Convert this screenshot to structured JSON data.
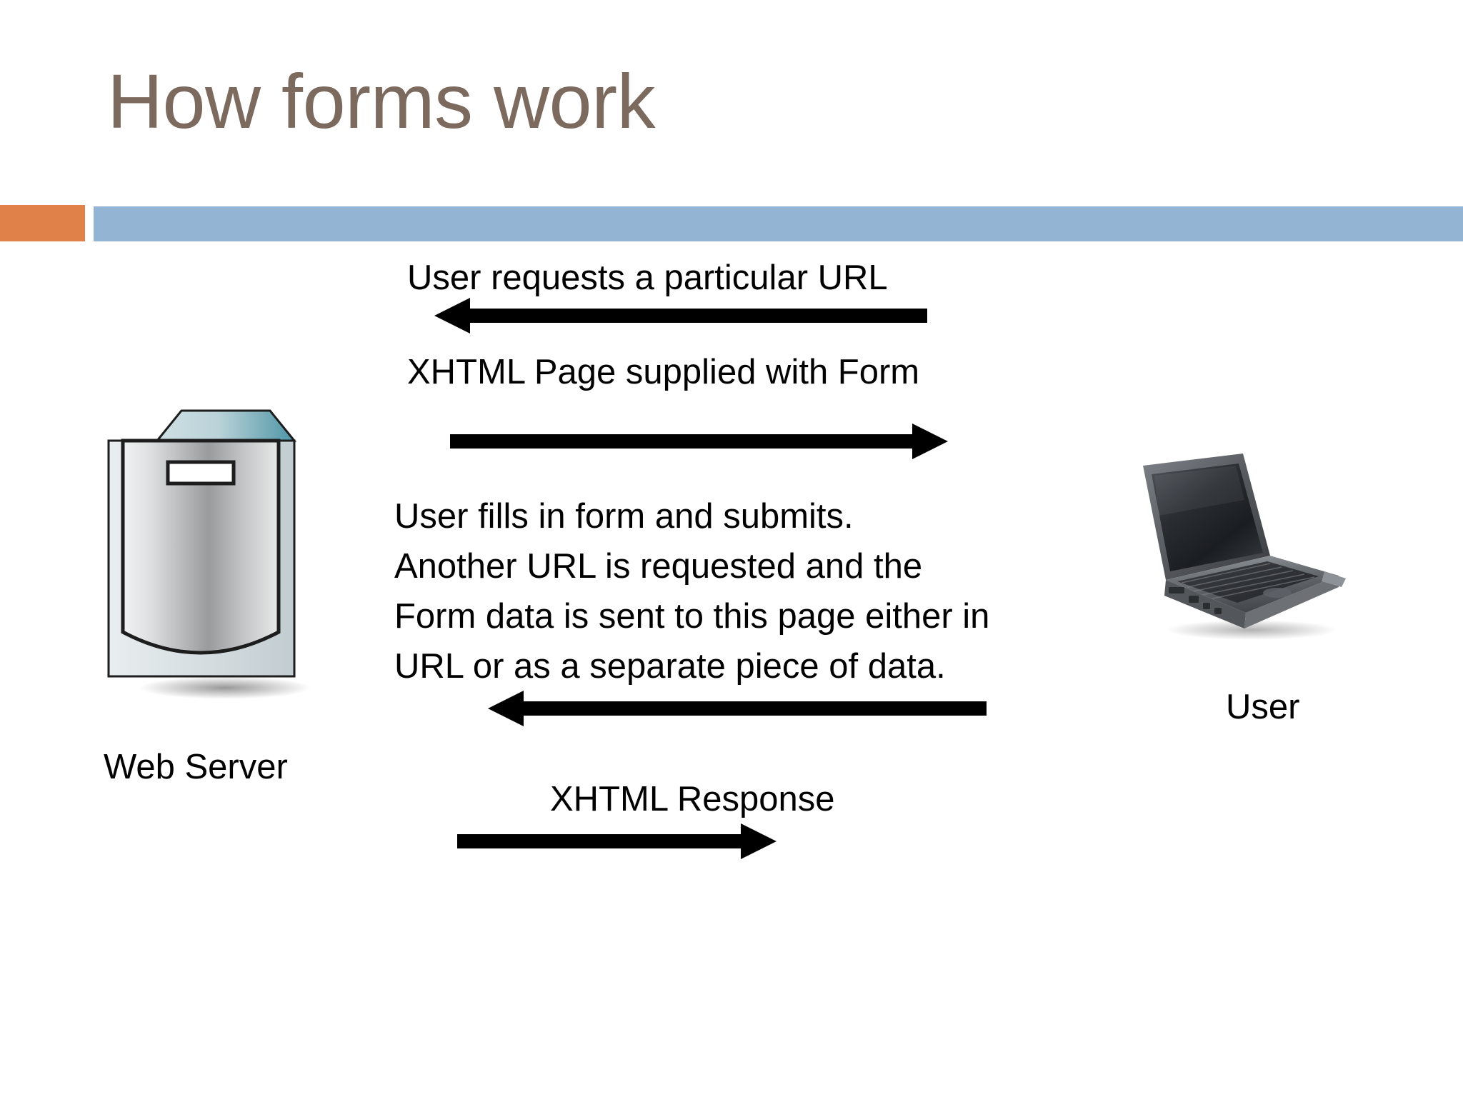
{
  "slide": {
    "title": "How forms work",
    "title_color": "#7d6a5e",
    "background_color": "#ffffff"
  },
  "divider": {
    "accent_color": "#e0814a",
    "bar_color": "#93b4d3"
  },
  "diagram": {
    "type": "sequence-diagram",
    "nodes": [
      {
        "id": "web-server",
        "label": "Web Server",
        "icon": "server-tower-icon",
        "side": "left"
      },
      {
        "id": "user",
        "label": "User",
        "icon": "laptop-icon",
        "side": "right"
      }
    ],
    "messages": [
      {
        "index": 1,
        "label": "User requests a particular URL",
        "direction": "right-to-left",
        "from": "user",
        "to": "web-server"
      },
      {
        "index": 2,
        "label": "XHTML Page supplied with Form",
        "direction": "left-to-right",
        "from": "web-server",
        "to": "user"
      },
      {
        "index": 3,
        "label": "User fills in form and submits. Another URL is requested and the Form data is sent to this page either in URL or as a separate piece of data.",
        "label_lines": [
          "User fills in form and submits.",
          "Another URL is requested and the",
          "Form data is sent to this page either in",
          "URL or as a separate piece of data."
        ],
        "direction": "right-to-left",
        "from": "user",
        "to": "web-server"
      },
      {
        "index": 4,
        "label": "XHTML Response",
        "direction": "left-to-right",
        "from": "web-server",
        "to": "user"
      }
    ],
    "arrow_color": "#000000",
    "text_color": "#000000"
  }
}
